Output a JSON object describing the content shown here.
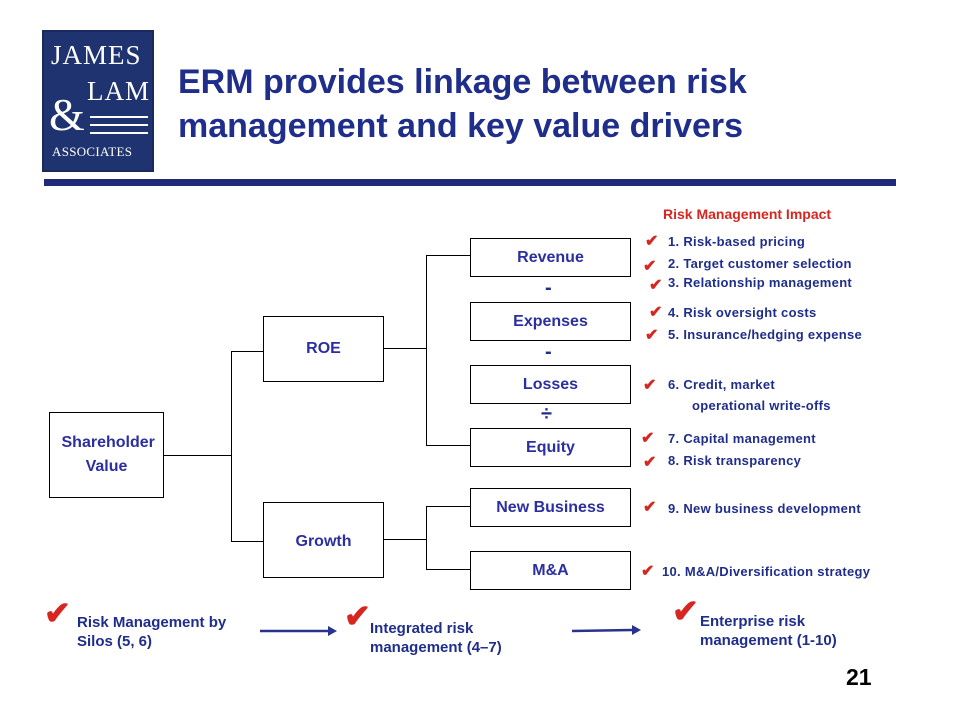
{
  "logo": {
    "line1": "JAMES",
    "ampersand": "&",
    "line2": "LAM",
    "line3": "ASSOCIATES"
  },
  "title": "ERM provides linkage between risk management and key value drivers",
  "diagram": {
    "root": "Shareholder Value",
    "level1": {
      "roe": "ROE",
      "growth": "Growth"
    },
    "level2": {
      "revenue": "Revenue",
      "expenses": "Expenses",
      "losses": "Losses",
      "equity": "Equity",
      "new_business": "New Business",
      "ma": "M&A"
    },
    "operators": {
      "minus1": "-",
      "minus2": "-",
      "divide": "÷"
    }
  },
  "impact": {
    "heading": "Risk Management Impact",
    "items": [
      "1.  Risk-based  pricing",
      "2.  Target  customer  selection",
      "3.  Relationship  management",
      "4.  Risk  oversight  costs",
      "5.  Insurance/hedging  expense",
      "6.  Credit,  market",
      "operational  write-offs",
      "7.  Capital  management",
      "8.  Risk  transparency",
      "9.  New  business  development",
      "10.  M&A/Diversification  strategy"
    ],
    "checkmark": "✔"
  },
  "evolution": {
    "stage1": "Risk Management by Silos (5, 6)",
    "stage2": "Integrated risk management (4–7)",
    "stage3": "Enterprise risk management (1-10)",
    "checkmark": "✔"
  },
  "page_number": "21",
  "colors": {
    "navy": "#1f2e8a",
    "red": "#d6261f",
    "logo_bg": "#1f3370"
  }
}
